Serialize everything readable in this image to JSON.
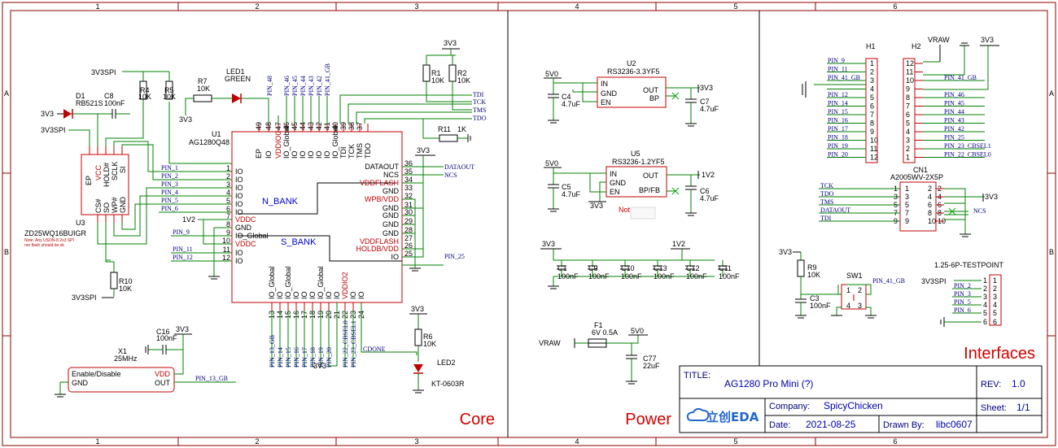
{
  "frame": {
    "columns": [
      "1",
      "2",
      "3",
      "4",
      "5",
      "6"
    ],
    "rows": [
      "A",
      "B"
    ]
  },
  "sections": {
    "core": "Core",
    "power": "Power",
    "interfaces": "Interfaces"
  },
  "title_block": {
    "title_label": "TITLE:",
    "title_value": "AG1280 Pro Mini (?)",
    "rev_label": "REV:",
    "rev_value": "1.0",
    "company_label": "Company:",
    "company_value": "SpicyChicken",
    "sheet_label": "Sheet:",
    "sheet_value": "1/1",
    "date_label": "Date:",
    "date_value": "2021-08-25",
    "drawn_label": "Drawn By:",
    "drawn_value": "libc0607",
    "logo": "立创EDA"
  },
  "core": {
    "u1_ref": "U1",
    "u1_part": "AG1280Q48",
    "n_bank": "N_BANK",
    "s_bank": "S_BANK",
    "u3_ref": "U3",
    "u3_part": "ZD25WQ16BUIGR",
    "u3_note1": "Note: Any USON-8 2x3 SPI",
    "u3_note2": "nor flash should be ok",
    "d1_ref": "D1",
    "d1_part": "RB521S",
    "c8_ref": "C8",
    "c8_val": "100nF",
    "r4_ref": "R4",
    "r4_val": "10K",
    "r5_ref": "R5",
    "r5_val": "10K",
    "r7_ref": "R7",
    "r7_val": "10K",
    "led1_ref": "LED1",
    "led1_val": "GREEN",
    "r1_ref": "R1",
    "r1_val": "10K",
    "r2_ref": "R2",
    "r2_val": "10K",
    "r11_ref": "R11",
    "r11_val": "1K",
    "r10_ref": "R10",
    "r10_val": "10K",
    "r6_ref": "R6",
    "r6_val": "10K",
    "led2_ref": "LED2",
    "led2_val": "KT-0603R",
    "x1_ref": "X1",
    "x1_val": "25MHz",
    "c16_ref": "C16",
    "c16_val": "100nF",
    "x1_pin1": "Enable/Disable",
    "x1_pin2": "GND",
    "x1_pin4": "VDD",
    "x1_pin3": "OUT",
    "net_3v3": "3V3",
    "net_3v3spi": "3V3SPI",
    "net_1v2": "1V2",
    "jtag": [
      "TDI",
      "TCK",
      "TMS",
      "TDO"
    ],
    "dataout": "DATAOUT",
    "ncs": "NCS",
    "cdone": "CDONE",
    "pin25": "PIN_25",
    "pin13gb": "PIN_13_GB",
    "pin48": "PIN_48",
    "top_pins": [
      "PIN_46",
      "PIN_45",
      "PIN_44",
      "PIN_43",
      "PIN_42",
      "PIN_41_GB"
    ],
    "left_pins": [
      "PIN_1",
      "PIN_2",
      "PIN_3",
      "PIN_4",
      "PIN_5",
      "PIN_6"
    ],
    "low_pins": [
      "PIN_9",
      "PIN_11",
      "PIN_12"
    ],
    "bot_pins": [
      "PIN_13_GB",
      "PIN_14",
      "PIN_15",
      "PIN_16",
      "PIN_17",
      "PIN_18",
      "PIN_19",
      "PIN_20",
      "PIN_22_CBSEL0",
      "PIN_23_CBSEL1"
    ],
    "u3_labels": {
      "ep": "EP",
      "vcc": "VCC",
      "hold": "HOLD#",
      "sclk": "SCLK",
      "cs": "CS#",
      "so": "SO",
      "wp": "WP#",
      "gnd": "GND",
      "si": "SI"
    },
    "u1_left_pins": [
      "IO",
      "IO",
      "IO",
      "IO",
      "IO",
      "IO",
      "VDDC",
      "GND",
      "IO_Global",
      "VDDC",
      "IO",
      "IO"
    ],
    "u1_left_nums": [
      "1",
      "2",
      "3",
      "4",
      "5",
      "6",
      "7",
      "8",
      "9",
      "10",
      "11",
      "12"
    ],
    "u1_right_labels": [
      "DATAOUT",
      "NCS",
      "VDDFLASH",
      "GND",
      "WPB/VDD",
      "GND",
      "GND",
      "GND",
      "GND",
      "VDDFLASH",
      "HOLDB/VDD",
      "IO"
    ],
    "u1_right_nums": [
      "36",
      "35",
      "34",
      "33",
      "32",
      "31",
      "30",
      "29",
      "28",
      "27",
      "26",
      "25"
    ],
    "u1_top_labels": [
      "EP",
      "IO",
      "VDDIO0",
      "IO_Global",
      "IO",
      "IO",
      "IO",
      "IO",
      "IO",
      "IO_Global",
      "TDI",
      "TCK",
      "TMS",
      "TDO"
    ],
    "u1_top_nums": [
      "49",
      "48",
      "47",
      "46",
      "45",
      "44",
      "43",
      "42",
      "41",
      "40",
      "39",
      "38",
      "37"
    ],
    "u1_bot_labels": [
      "IO_Global",
      "IO",
      "IO_Global",
      "IO",
      "IO",
      "IO",
      "IO_Global",
      "IO",
      "IO",
      "VDDIO2",
      "IO",
      "IO",
      "CDONE"
    ],
    "u1_bot_nums": [
      "13",
      "14",
      "15",
      "16",
      "17",
      "18",
      "19",
      "20",
      "21",
      "22",
      "23",
      "24"
    ]
  },
  "power": {
    "net_5v0": "5V0",
    "net_3v3": "3V3",
    "net_1v2": "1V2",
    "net_vraw": "VRAW",
    "net_5v5": "5V0",
    "u2_ref": "U2",
    "u2_part": "RS3236-3.3YF5",
    "u5_ref": "U5",
    "u5_part": "RS3236-1.2YF5",
    "ldo_pins": {
      "in": "IN",
      "gnd": "GND",
      "en": "EN",
      "out": "OUT",
      "bp": "BP",
      "bpfb": "BP/FB"
    },
    "c4": "C4",
    "c4v": "4.7uF",
    "c7": "C7",
    "c7v": "4.7uF",
    "c5": "C5",
    "c5v": "4.7uF",
    "c6": "C6",
    "c6v": "4.7uF",
    "decaps": [
      {
        "ref": "C1",
        "val": "100nF"
      },
      {
        "ref": "C9",
        "val": "100nF"
      },
      {
        "ref": "C10",
        "val": "100nF"
      },
      {
        "ref": "C13",
        "val": "100nF"
      },
      {
        "ref": "C12",
        "val": "100nF"
      },
      {
        "ref": "C11",
        "val": "100nF"
      }
    ],
    "f1": "F1",
    "f1v": "6V 0.5A",
    "c77": "C77",
    "c77v": "22uF",
    "note": "Note:"
  },
  "interfaces": {
    "h1": "H1",
    "h2": "H2",
    "h1_pins": [
      "PIN_9",
      "PIN_11",
      "PIN_41_GB",
      "",
      "PIN_12",
      "PIN_14",
      "PIN_15",
      "PIN_16",
      "PIN_17",
      "PIN_18",
      "PIN_19",
      "PIN_20"
    ],
    "h2_pins": [
      "",
      "",
      "PIN_41_GB",
      "",
      "PIN_46",
      "PIN_45",
      "PIN_44",
      "PIN_43",
      "PIN_42",
      "PIN_25",
      "PIN_23_CBSEL1",
      "PIN_22_CBSEL0"
    ],
    "h1_nums": [
      "1",
      "2",
      "3",
      "4",
      "5",
      "6",
      "7",
      "8",
      "9",
      "10",
      "11",
      "12"
    ],
    "h2_nums": [
      "12",
      "11",
      "10",
      "9",
      "8",
      "7",
      "6",
      "5",
      "4",
      "3",
      "2",
      "1"
    ],
    "vraw": "VRAW",
    "v3v3": "3V3",
    "cn1": "CN1",
    "cn1_part": "A2005WV-2X5P",
    "cn1_left": [
      "TCK",
      "TDO",
      "TMS",
      "DATAOUT",
      "TDI"
    ],
    "cn1_left_nums": [
      "1",
      "3",
      "5",
      "7",
      "9"
    ],
    "cn1_right_nums": [
      "2",
      "4",
      "6",
      "8",
      "10"
    ],
    "cn1_ncs": "NCS",
    "r9": "R9",
    "r9v": "10K",
    "c3": "C3",
    "c3v": "100nF",
    "sw1": "SW1",
    "sw_net": "PIN_41_GB",
    "tp_title": "1.25-6P-TESTPOINT",
    "tp_net": "3V3SPI",
    "tp_pins": [
      "PIN_2",
      "PIN_3",
      "PIN_5",
      "PIN_6"
    ],
    "tp_nums": [
      "1",
      "2",
      "3",
      "4",
      "5",
      "6"
    ]
  }
}
